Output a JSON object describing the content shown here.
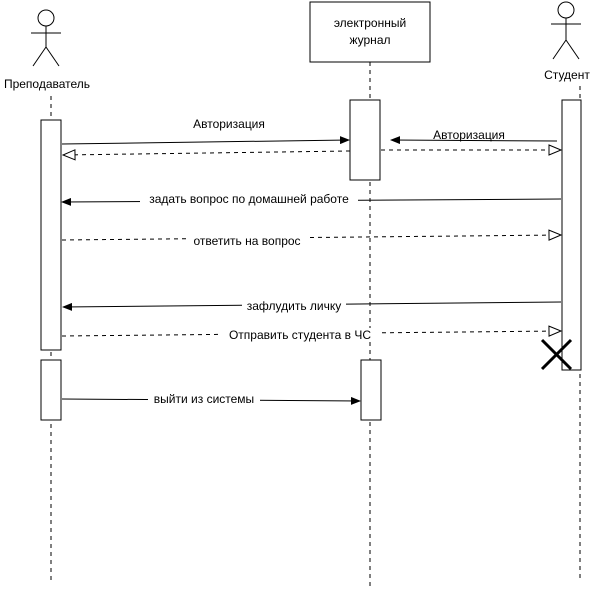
{
  "participants": {
    "teacher": "Преподаватель",
    "journal_line1": "электронный",
    "journal_line2": "журнал",
    "student": "Студент"
  },
  "messages": {
    "auth_teacher": "Авторизация",
    "auth_student": "Авторизация",
    "ask_question": "задать вопрос по домашней работе",
    "answer_question": "ответить на вопрос",
    "flood": "зафлудить личку",
    "blacklist": "Отправить студента в ЧС",
    "logout": "выйти из системы"
  }
}
